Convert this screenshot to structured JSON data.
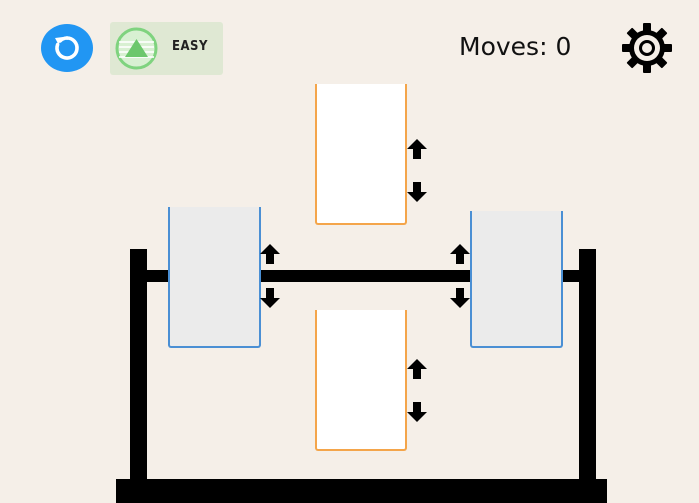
{
  "toolbar": {
    "restart_icon": "restart-icon",
    "difficulty_label": "EASY",
    "difficulty_icon": "up-triangle-icon",
    "moves_label": "Moves:",
    "moves_count": "0",
    "settings_icon": "gear-icon"
  },
  "colors": {
    "background": "#f5efe8",
    "restart_button": "#2196f3",
    "difficulty_bg": "#dfe8d3",
    "difficulty_icon": "#7fd37f",
    "vertical_block_fill": "#ffffff",
    "vertical_block_border": "#f4a54a",
    "horizontal_block_fill": "#ebebeb",
    "horizontal_block_border": "#4a8fd4",
    "frame": "#000000"
  },
  "blocks": [
    {
      "id": "top-center",
      "kind": "vertical",
      "arrows": [
        "up",
        "down"
      ]
    },
    {
      "id": "bottom-center",
      "kind": "vertical",
      "arrows": [
        "up",
        "down"
      ]
    },
    {
      "id": "left",
      "kind": "horizontal",
      "arrows": [
        "up",
        "down"
      ]
    },
    {
      "id": "right",
      "kind": "horizontal",
      "arrows": [
        "up",
        "down"
      ]
    }
  ]
}
